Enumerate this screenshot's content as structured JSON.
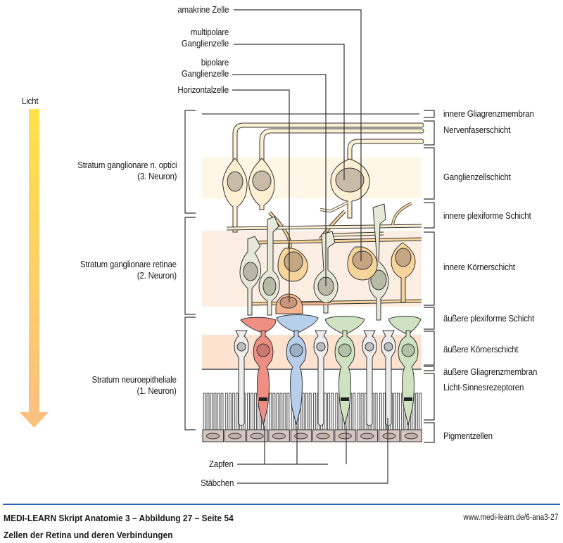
{
  "light": {
    "label": "Licht",
    "colors": {
      "top": "#fde24a",
      "bottom": "#fbc07e"
    }
  },
  "top_labels": [
    {
      "id": "amakrine",
      "lines": [
        "amakrine Zelle"
      ]
    },
    {
      "id": "multipolar",
      "lines": [
        "multipolare",
        "Ganglienzelle"
      ]
    },
    {
      "id": "bipolar",
      "lines": [
        "bipolare",
        "Ganglienzelle"
      ]
    },
    {
      "id": "horizontal",
      "lines": [
        "Horizontalzelle"
      ]
    }
  ],
  "strata": [
    {
      "name": "Stratum ganglionare n. optici",
      "neuron": "(3. Neuron)"
    },
    {
      "name": "Stratum ganglionare retinae",
      "neuron": "(2. Neuron)"
    },
    {
      "name": "Stratum neuroepitheliale",
      "neuron": "(1. Neuron)"
    }
  ],
  "layers": [
    "innere Gliagrenzmembran",
    "Nervenfaserschicht",
    "Ganglienzellschicht",
    "innere plexiforme Schicht",
    "innere Körnerschicht",
    "äußere plexiforme Schicht",
    "äußere Körnerschicht",
    "äußere Gliagrenzmembran",
    "Licht-Sinnesrezeptoren",
    "Pigmentzellen"
  ],
  "bottom_labels": {
    "cones": "Zapfen",
    "rods": "Stäbchen"
  },
  "colors": {
    "ganglion_band": "#fef6e6",
    "inner_nuclear_band": "#fdeee4",
    "outer_nuclear_band": "#fde2d0",
    "ganglion_cell": "#fcefd2",
    "ganglion_nucleus": "#c8bca8",
    "bipolar_cell": "#e6e9d8",
    "bipolar_nucleus": "#b8b9a6",
    "amacrine_cell": "#f7d49a",
    "amacrine_nucleus": "#c4a683",
    "horizontal_cell": "#f5b48e",
    "horizontal_nucleus": "#c89678",
    "cone_red": "#ef8f84",
    "cone_blue": "#b7cfea",
    "cone_green": "#cfe3c3",
    "rod": "#ededed",
    "pigment": "#d5c6c0",
    "footer_rule": "#2a63b5"
  },
  "footer": {
    "title": "MEDI-LEARN Skript Anatomie 3 – Abbildung 27 – Seite 54",
    "url": "www.medi-learn.de/6-ana3-27",
    "subtitle": "Zellen der Retina und deren Verbindungen"
  }
}
